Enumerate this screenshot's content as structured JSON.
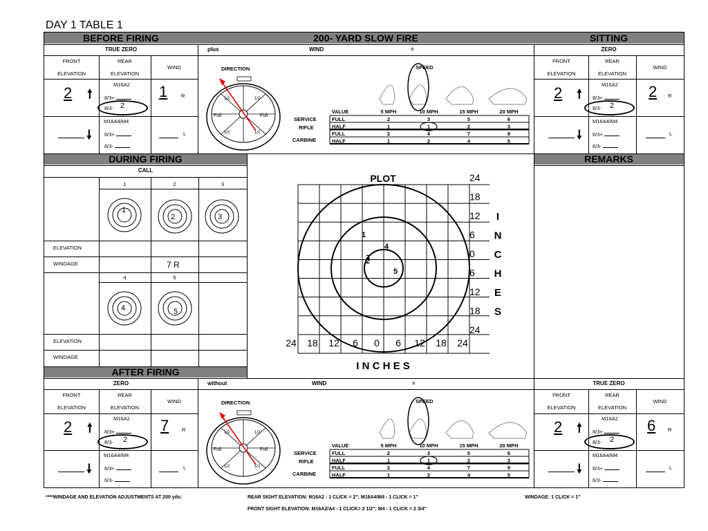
{
  "page_title": "DAY 1 TABLE 1",
  "bands": {
    "before_firing": "BEFORE FIRING",
    "slow_fire": "200- YARD SLOW FIRE",
    "sitting": "SITTING",
    "during_firing": "DURING FIRING",
    "remarks": "REMARKS",
    "after_firing": "AFTER FIRING"
  },
  "top_row": {
    "left": "TRUE ZERO",
    "plus": "plus",
    "wind": "WIND",
    "eq": "=",
    "right": "ZERO"
  },
  "bottom_row": {
    "left": "ZERO",
    "without": "without",
    "wind": "WIND",
    "eq": "=",
    "right": "TRUE ZERO"
  },
  "zero_block": {
    "front": "FRONT",
    "elevation": "ELEVATION",
    "rear": "REAR",
    "rear_elevation": "ELEVATION",
    "wind": "WIND",
    "m16a2": "M16A2",
    "m16a4": "M16A4/M4",
    "p83": "8/3+",
    "m83": "8/3-",
    "p63": "6/3+",
    "m63": "6/3-",
    "r": "R",
    "l": "L"
  },
  "blocks": {
    "before": {
      "front_up": "2",
      "eighth_minus": "2",
      "wind": "1"
    },
    "sitting": {
      "front_up": "2",
      "eighth_minus": "2",
      "wind": "2"
    },
    "after": {
      "front_up": "2",
      "eighth_minus": "2",
      "wind": "7"
    },
    "true_zero": {
      "front_up": "2",
      "eighth_minus": "2",
      "wind": "6"
    }
  },
  "dial": {
    "direction": "DIRECTION",
    "full": "Full",
    "half": "1/2",
    "speed": "SPEED"
  },
  "wind_table": {
    "headers": [
      "VALUE",
      "5 MPH",
      "10 MPH",
      "15 MPH",
      "20 MPH"
    ],
    "service": "SERVICE",
    "rifle": "RIFLE",
    "carbine": "CARBINE",
    "rows": [
      [
        "FULL",
        "2",
        "3",
        "5",
        "6"
      ],
      [
        "HALF",
        "1",
        "1",
        "2",
        "3"
      ],
      [
        "FULL",
        "2",
        "4",
        "7",
        "9"
      ],
      [
        "HALF",
        "1",
        "2",
        "4",
        "5"
      ]
    ]
  },
  "during": {
    "call": "CALL",
    "shots_top": [
      "1",
      "2",
      "3"
    ],
    "shots_bottom": [
      "4",
      "5"
    ],
    "elevation": "ELEVATION",
    "windage": "WINDAGE",
    "windage_value": "7 R",
    "marks": [
      "1",
      "2",
      "3",
      "4",
      "5"
    ]
  },
  "plot": {
    "title": "PLOT",
    "right_labels": [
      "24",
      "18",
      "12",
      "6",
      "0",
      "6",
      "12",
      "18",
      "24"
    ],
    "right_word": [
      "I",
      "N",
      "C",
      "H",
      "E",
      "S"
    ],
    "bottom_labels": [
      "24",
      "18",
      "12",
      "6",
      "0",
      "6",
      "12",
      "18",
      "24"
    ],
    "bottom_word": "I N C H E S",
    "shots": [
      "1",
      "2",
      "3",
      "4",
      "5"
    ]
  },
  "footer": {
    "note": "****WINDAGE AND ELEVATION ADJUSTMENTS AT 200 yds:",
    "rear": "REAR SIGHT ELEVATION:  M16A2 - 1 CLICK = 2\";  M16A4/M4 - 1 CLICK = 1\"",
    "front": "FRONT SIGHT ELEVATION:  M16A2/A4 - 1 CLICK= 2 1/2\"; M4 - 1 CLICK = 2 3/4\"",
    "windage": "WINDAGE:  1 CLICK = 1\""
  }
}
